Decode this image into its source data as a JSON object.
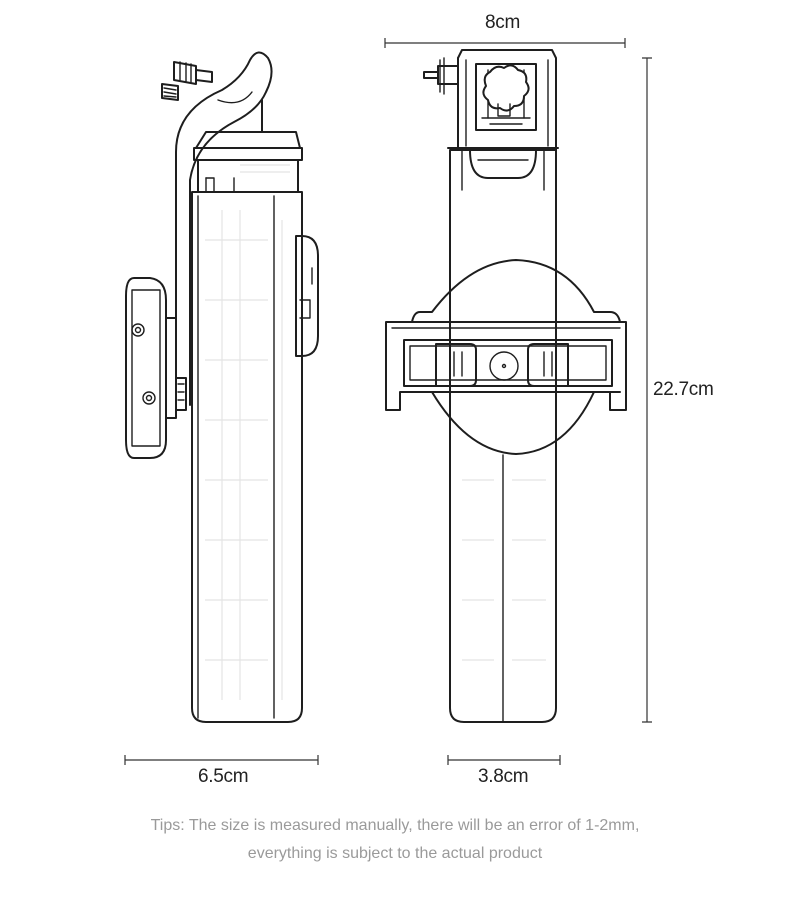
{
  "dimensions": {
    "top_width": "8cm",
    "height": "22.7cm",
    "side_depth": "6.5cm",
    "grip_width": "3.8cm"
  },
  "tips": {
    "line1": "Tips: The size is measured manually, there will be an error of 1-2mm,",
    "line2": "everything is subject to the actual product"
  },
  "colors": {
    "line": "#1e1e1e",
    "tip_text": "#9a9a9a",
    "background": "#ffffff"
  }
}
